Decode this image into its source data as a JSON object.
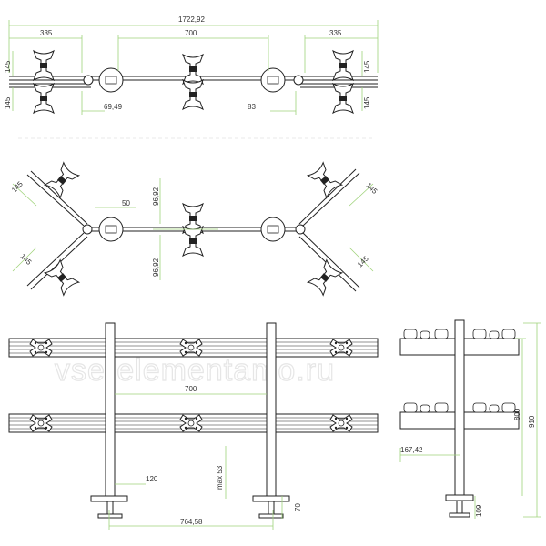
{
  "watermark": "vse-elementamo.ru",
  "colors": {
    "line": "#222222",
    "dim": "#9fd37a",
    "text": "#333333"
  },
  "top_view": {
    "overall": "1722,92",
    "left_span": "335",
    "center_span": "700",
    "right_span": "335",
    "left_h_top": "145",
    "left_h_bottom": "145",
    "right_h_top": "145",
    "right_h_bottom": "145",
    "left_offset": "69,49",
    "right_offset": "83"
  },
  "angled_view": {
    "tl": "145",
    "bl": "145",
    "tr": "145",
    "br": "145",
    "hub": "50",
    "up": "96,92",
    "down": "96,92"
  },
  "front_view": {
    "center_span": "700",
    "clamp_gap": "120",
    "max_height": "max 53",
    "foot_height": "70",
    "base_span": "764,58"
  },
  "side_view": {
    "total": "910",
    "upper": "800",
    "offset": "167,42",
    "foot": "109"
  }
}
